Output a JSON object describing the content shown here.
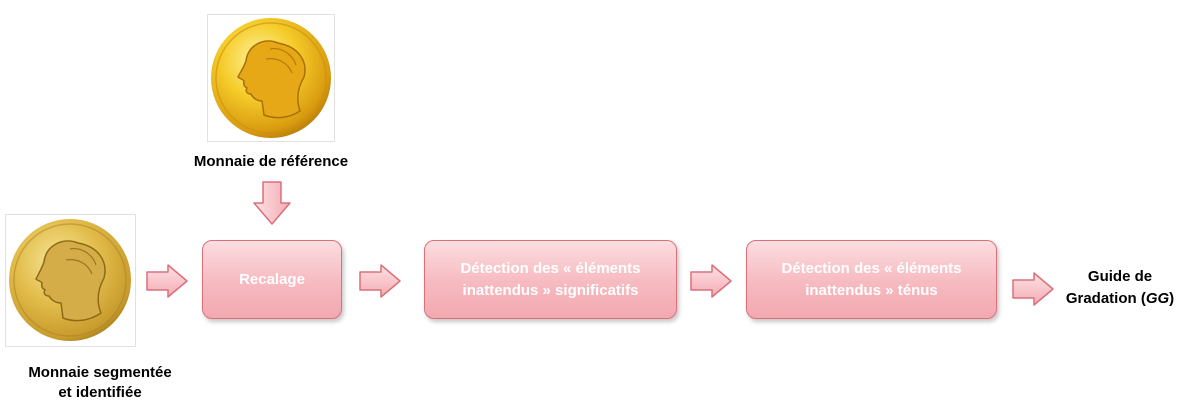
{
  "reference_coin": {
    "label": "Monnaie de référence",
    "icon": "reference-coin-image"
  },
  "input_coin": {
    "label_line1": "Monnaie segmentée",
    "label_line2": "et identifiée",
    "icon": "segmented-coin-image"
  },
  "steps": [
    {
      "line1": "Recalage"
    },
    {
      "line1": "Détection des « éléments",
      "line2": "inattendus » significatifs"
    },
    {
      "line1": "Détection des « éléments",
      "line2": "inattendus » ténus"
    }
  ],
  "output": {
    "line1": "Guide de",
    "line2_prefix": "Gradation (",
    "line2_italic": "GG",
    "line2_suffix": ")"
  },
  "colors": {
    "box_fill": "#f6bac0",
    "box_border": "#d9707a",
    "arrow_fill": "#f8c6cb",
    "arrow_stroke": "#d9707a",
    "coin_gold": "#e8b820"
  }
}
